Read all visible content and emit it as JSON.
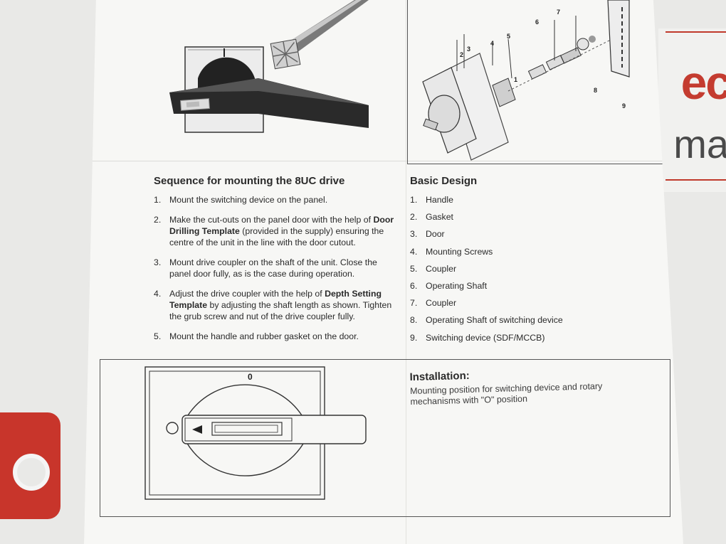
{
  "background": {
    "sign_text_1": "ec",
    "sign_text_2": "ma"
  },
  "sequence": {
    "title": "Sequence for mounting the 8UC drive",
    "items": [
      {
        "num": "1.",
        "parts": [
          {
            "t": "Mount the switching device on the panel."
          }
        ]
      },
      {
        "num": "2.",
        "parts": [
          {
            "t": "Make the cut-outs on the panel door with the help of "
          },
          {
            "t": "Door Drilling Template",
            "b": true
          },
          {
            "t": " (provided in the supply) ensuring the centre of the unit in the line with the door cutout."
          }
        ]
      },
      {
        "num": "3.",
        "parts": [
          {
            "t": "Mount drive coupler on the shaft of the unit. Close the panel door fully, as is the case during operation."
          }
        ]
      },
      {
        "num": "4.",
        "parts": [
          {
            "t": "Adjust the drive coupler with the help of "
          },
          {
            "t": "Depth Setting Template",
            "b": true
          },
          {
            "t": " by adjusting the shaft length as shown. Tighten the grub screw and nut of the drive coupler fully."
          }
        ]
      },
      {
        "num": "5.",
        "parts": [
          {
            "t": "Mount the handle and rubber gasket on the door."
          }
        ]
      }
    ]
  },
  "basic_design": {
    "title": "Basic Design",
    "items": [
      {
        "num": "1.",
        "label": "Handle"
      },
      {
        "num": "2.",
        "label": "Gasket"
      },
      {
        "num": "3.",
        "label": "Door"
      },
      {
        "num": "4.",
        "label": "Mounting Screws"
      },
      {
        "num": "5.",
        "label": "Coupler"
      },
      {
        "num": "6.",
        "label": "Operating Shaft"
      },
      {
        "num": "7.",
        "label": "Coupler"
      },
      {
        "num": "8.",
        "label": "Operating Shaft of switching device"
      },
      {
        "num": "9.",
        "label": "Switching device (SDF/MCCB)"
      }
    ]
  },
  "installation": {
    "title": "Installation:",
    "body": "Mounting position for switching device and rotary mechanisms with \"O\" position"
  },
  "diagram": {
    "labels": [
      "1",
      "2",
      "3",
      "4",
      "5",
      "6",
      "7",
      "8",
      "9"
    ],
    "off_mark": "0"
  }
}
